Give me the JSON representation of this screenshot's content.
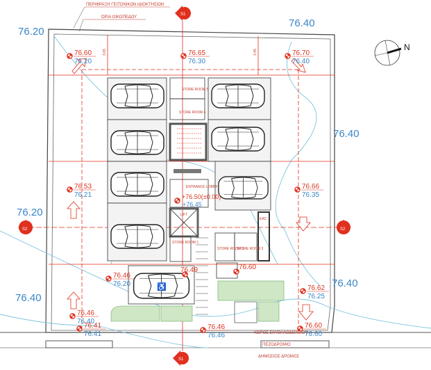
{
  "annotations": {
    "neighbour_fence": "ΠΕΡΙΦΡΑΞΗ ΓΕΙΤΟΝΙΚΩΝ ΙΔΙΟΚΤΗΣΙΩΝ",
    "plot_limits": "ΌΡΙΑ ΟΙΚΟΠΕΔΟΥ",
    "refuse_area": "ΧΩΡΟΣ ΣΚΥΒΑΛΟΔΟΧΕΙΟΥ",
    "pavement": "ΠΕΖΟΔΡΟΜΙΟ",
    "public_road": "ΔΗΜΟΣΙΟΣ ΔΡΟΜΟΣ",
    "north": "N"
  },
  "sections": {
    "s1": "S1",
    "s2": "S2"
  },
  "ground_levels": [
    "76.20",
    "76.40",
    "76.40",
    "76.20",
    "76.40",
    "76.40"
  ],
  "spot_levels": [
    {
      "proposed": "76.60",
      "existing": "76.20"
    },
    {
      "proposed": "76.65",
      "existing": "76.30"
    },
    {
      "proposed": "76.70",
      "existing": "76.40"
    },
    {
      "proposed": "76.53",
      "existing": "76.21"
    },
    {
      "proposed": "76.66",
      "existing": "76.35"
    },
    {
      "proposed": "76.46",
      "existing": "76.20"
    },
    {
      "proposed": "76.46",
      "existing": "76.40"
    },
    {
      "proposed": "76.41",
      "existing": "76.41"
    },
    {
      "proposed": "76.46",
      "existing": "76.46"
    },
    {
      "proposed": "76.60",
      "existing": "76.60"
    },
    {
      "proposed": "76.62",
      "existing": "76.25"
    }
  ],
  "single_levels": [
    "76.49",
    "76.60"
  ],
  "lobby": {
    "label": "ENTRANCE LOBBY",
    "level": "+76.50(±0.00)",
    "existing": "+76.45"
  },
  "rooms": {
    "store5": "STORE ROOM 5",
    "store4": "STORE ROOM 4",
    "store1": "STORE ROOM 1",
    "store2": "STORE ROOM 2",
    "store3": "STORE ROOM 3",
    "lift": "LIFT",
    "eac": "EAC"
  },
  "dimensions": {
    "d1": "3.65",
    "d2": "3.45"
  }
}
